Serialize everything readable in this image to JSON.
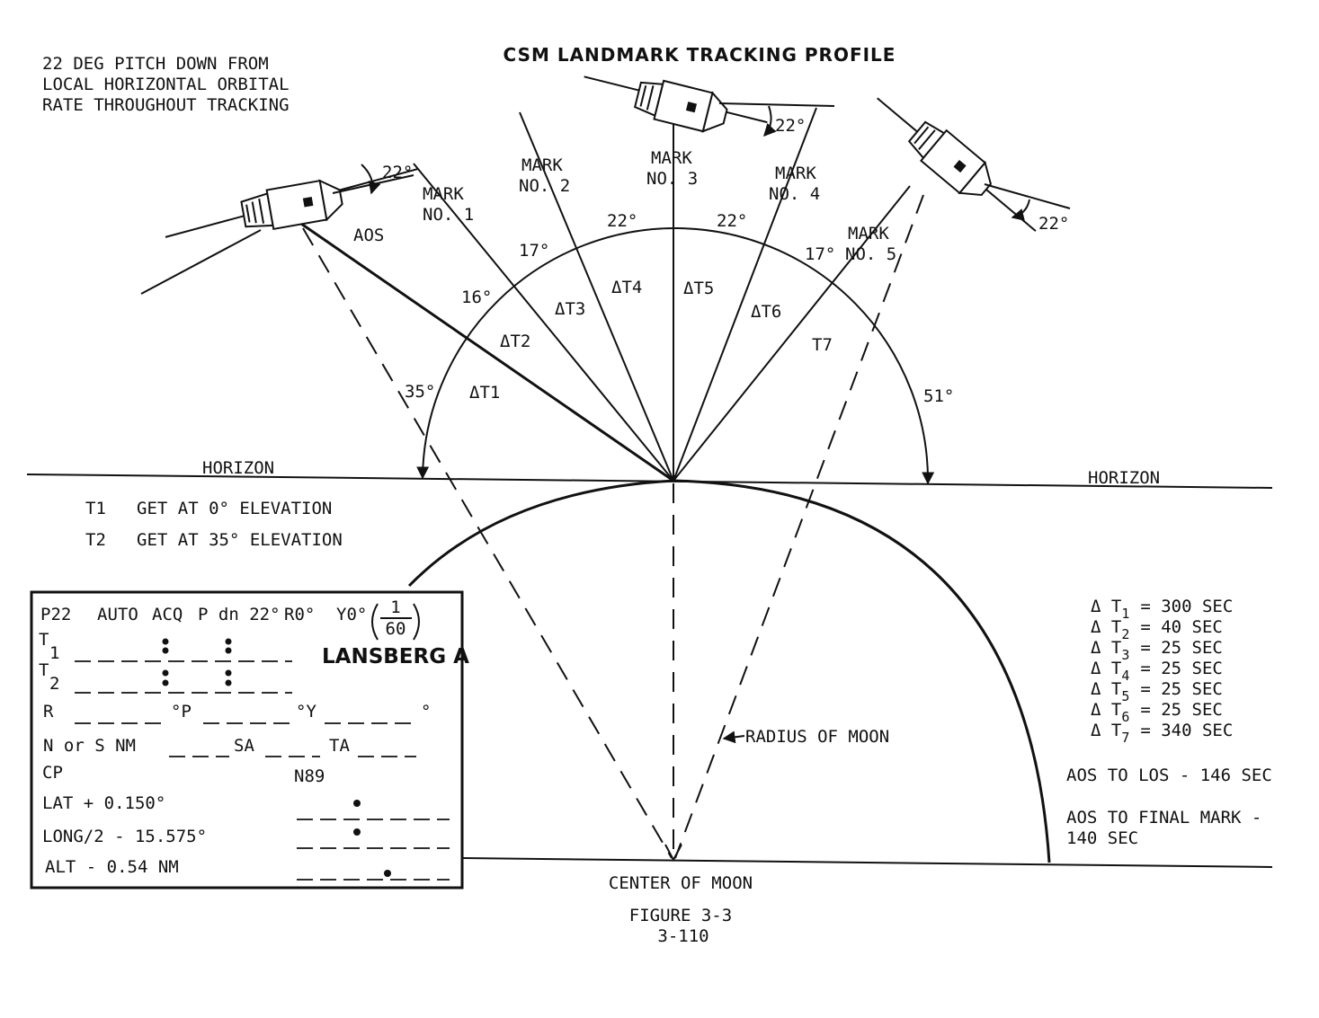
{
  "title": "CSM LANDMARK TRACKING PROFILE",
  "note_lines": [
    "22 DEG PITCH DOWN FROM",
    "LOCAL HORIZONTAL ORBITAL",
    "RATE THROUGHOUT TRACKING"
  ],
  "marks": {
    "mark1": [
      "MARK",
      "NO. 1"
    ],
    "mark2": [
      "MARK",
      "NO. 2"
    ],
    "mark3": [
      "MARK",
      "NO. 3"
    ],
    "mark4": [
      "MARK",
      "NO. 4"
    ],
    "mark5": [
      "MARK",
      "NO. 5"
    ]
  },
  "aos_label": "AOS",
  "horizon_label": "HORIZON",
  "angles": {
    "pitch": "22°",
    "a16": "16°",
    "a17": "17°",
    "a22": "22°",
    "a35": "35°",
    "a51": "51°"
  },
  "delta_labels": {
    "dt1": "ΔT1",
    "dt2": "ΔT2",
    "dt3": "ΔT3",
    "dt4": "ΔT4",
    "dt5": "ΔT5",
    "dt6": "ΔT6",
    "t7": "T7"
  },
  "definitions": [
    {
      "key": "T1",
      "text": "GET AT 0° ELEVATION"
    },
    {
      "key": "T2",
      "text": "GET AT 35° ELEVATION"
    }
  ],
  "radius_label": "RADIUS OF MOON",
  "center_label": "CENTER OF MOON",
  "figure_caption": "FIGURE 3-3",
  "page_number": "3-110",
  "timing": {
    "rows": [
      {
        "sub": "1",
        "value": "= 300 SEC"
      },
      {
        "sub": "2",
        "value": "=  40 SEC"
      },
      {
        "sub": "3",
        "value": "=  25 SEC"
      },
      {
        "sub": "4",
        "value": "=  25 SEC"
      },
      {
        "sub": "5",
        "value": "=  25 SEC"
      },
      {
        "sub": "6",
        "value": "=  25 SEC"
      },
      {
        "sub": "7",
        "value": "= 340 SEC"
      }
    ],
    "delta_t": "Δ T",
    "aos_to_los": "AOS TO LOS - 146 SEC",
    "aos_to_final": [
      "AOS TO FINAL MARK -",
      "140 SEC"
    ]
  },
  "card": {
    "header": {
      "program": "P22",
      "mode": "AUTO",
      "acq": "ACQ",
      "pdn": "P dn 22°",
      "roll": "R0°",
      "yaw": "Y0°",
      "frac_num": "1",
      "frac_den": "60"
    },
    "target": "LANSBERG A",
    "t1": "T",
    "t1_sub": "1",
    "t2": "T",
    "t2_sub": "2",
    "r_label": "R",
    "p_unit": "°P",
    "y_unit": "°Y",
    "deg": "°",
    "nm_label": "N or S NM",
    "sa_label": "SA",
    "ta_label": "TA",
    "cp_label": "CP",
    "n89_label": "N89",
    "lat": "LAT + 0.150°",
    "long": "LONG/2  - 15.575°",
    "alt": "ALT   - 0.54 NM"
  }
}
